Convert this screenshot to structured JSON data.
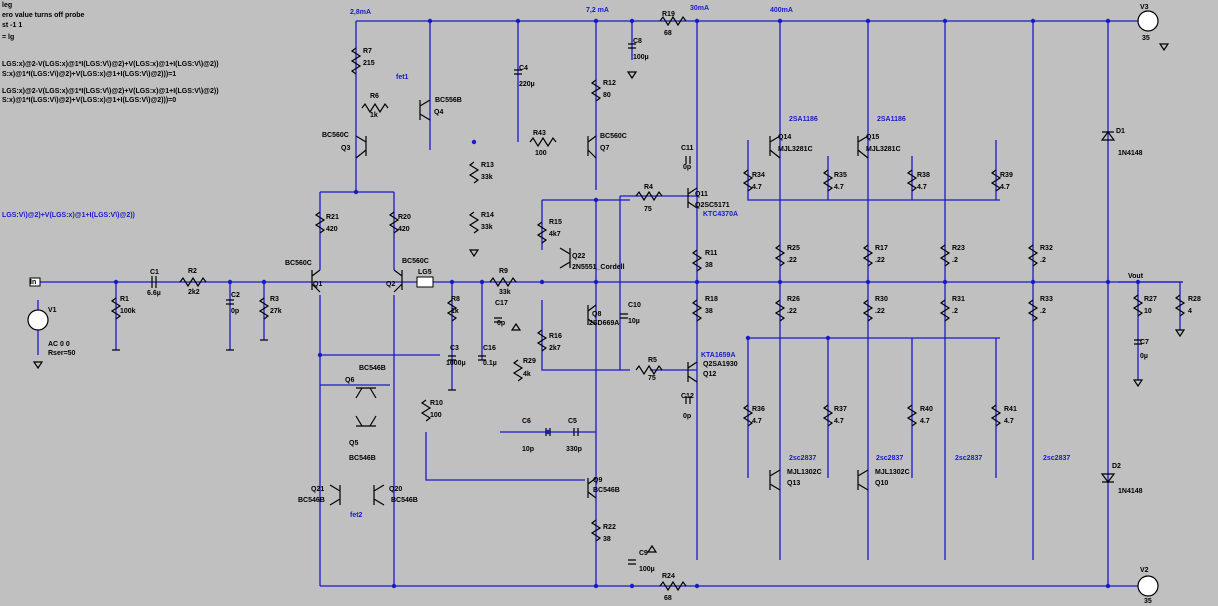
{
  "directives": [
    "leg",
    "ero value turns off probe",
    "st -1 1",
    "= lg",
    "LGS:x)@2-V(LGS:x)@1*I(LGS:V\\)@2)+V(LGS:x)@1+I(LGS:V\\)@2))",
    "S:x)@1*I(LGS:V\\)@2)+V(LGS:x)@1+I(LGS:V\\)@2)))=1",
    "LGS:x)@2-V(LGS:x)@1*I(LGS:V\\)@2)+V(LGS:x)@1+I(LGS:V\\)@2))",
    "S:x)@1*I(LGS:V\\)@2)+V(LGS:x)@1+I(LGS:V\\)@2)))=0",
    "LGS:V\\)@2)+V(LGS:x)@1+I(LGS:V\\)@2))"
  ],
  "currents": [
    "2,8mA",
    "7,2 mA",
    "30mA",
    "400mA"
  ],
  "labels": {
    "R1": [
      "R1",
      "100k"
    ],
    "R2": [
      "R2",
      "2k2"
    ],
    "R3": [
      "R3",
      "27k"
    ],
    "R4": [
      "R4",
      "75"
    ],
    "R5": [
      "R5",
      "75"
    ],
    "R6": [
      "R6",
      "1k"
    ],
    "R7": [
      "R7",
      "215"
    ],
    "R8": [
      "R8",
      "1k"
    ],
    "R9": [
      "R9",
      "33k"
    ],
    "R10": [
      "R10",
      "100"
    ],
    "R11": [
      "R11",
      "38"
    ],
    "R12": [
      "R12",
      "80"
    ],
    "R13": [
      "R13",
      "33k"
    ],
    "R14": [
      "R14",
      "33k"
    ],
    "R15": [
      "R15",
      "4k7"
    ],
    "R16": [
      "R16",
      "2k7"
    ],
    "R17": [
      "R17",
      ".22"
    ],
    "R18": [
      "R18",
      "38"
    ],
    "R19": [
      "R19",
      "68"
    ],
    "R20": [
      "R20",
      "420"
    ],
    "R21": [
      "R21",
      "420"
    ],
    "R22": [
      "R22",
      "38"
    ],
    "R23": [
      "R23",
      ".2"
    ],
    "R24": [
      "R24",
      "68"
    ],
    "R25": [
      "R25",
      ".22"
    ],
    "R26": [
      "R26",
      ".22"
    ],
    "R27": [
      "R27",
      "10"
    ],
    "R28": [
      "R28",
      "4"
    ],
    "R29": [
      "R29",
      "4k"
    ],
    "R30": [
      "R30",
      ".22"
    ],
    "R31": [
      "R31",
      ".2"
    ],
    "R32": [
      "R32",
      ".2"
    ],
    "R33": [
      "R33",
      ".2"
    ],
    "R34": [
      "R34",
      "4.7"
    ],
    "R35": [
      "R35",
      "4.7"
    ],
    "R36": [
      "R36",
      "4.7"
    ],
    "R37": [
      "R37",
      "4.7"
    ],
    "R38": [
      "R38",
      "4.7"
    ],
    "R39": [
      "R39",
      "4.7"
    ],
    "R40": [
      "R40",
      "4.7"
    ],
    "R41": [
      "R41",
      "4.7"
    ],
    "R43": [
      "R43",
      "100"
    ],
    "C1": [
      "C1",
      "6.6µ"
    ],
    "C2": [
      "C2",
      "0p"
    ],
    "C3": [
      "C3",
      "1000µ"
    ],
    "C4": [
      "C4",
      "220µ"
    ],
    "C5": [
      "C5",
      "330p"
    ],
    "C6": [
      "C6",
      "10p"
    ],
    "C7": [
      "C7",
      "0µ"
    ],
    "C8": [
      "C8",
      "100µ"
    ],
    "C9": [
      "C9",
      "100µ"
    ],
    "C10": [
      "C10",
      "10µ"
    ],
    "C11": [
      "C11",
      "0p"
    ],
    "C12": [
      "C12",
      "0p"
    ],
    "C16": [
      "C16",
      "0.1µ"
    ],
    "C17": [
      "C17",
      "0p"
    ],
    "V1": [
      "V1",
      "AC 0 0",
      "Rser=50"
    ],
    "V2": [
      "V2",
      "35"
    ],
    "V3": [
      "V3",
      "35"
    ],
    "D1": [
      "D1",
      "1N4148"
    ],
    "D2": [
      "D2",
      "1N4148"
    ],
    "LG5": "LG5",
    "In": "In",
    "Vout": "Vout",
    "fet1": "fet1",
    "fet2": "fet2"
  },
  "transistors": {
    "Q1": [
      "Q1",
      "BC560C"
    ],
    "Q2": [
      "Q2",
      "BC560C"
    ],
    "Q3": [
      "Q3",
      "BC560C"
    ],
    "Q4": [
      "Q4",
      "BC556B"
    ],
    "Q5": [
      "Q5",
      "BC546B"
    ],
    "Q6": [
      "Q6",
      "BC546B"
    ],
    "Q7": [
      "Q7",
      "BC560C"
    ],
    "Q8": [
      "Q8",
      "2SD669A"
    ],
    "Q9": [
      "Q9",
      "BC546B"
    ],
    "Q10": [
      "Q10",
      "MJL1302C",
      "2sc2837"
    ],
    "Q11": [
      "Q11",
      "Q2SC5171",
      "KTC4370A"
    ],
    "Q12": [
      "Q12",
      "Q2SA1930",
      "KTA1659A"
    ],
    "Q13": [
      "Q13",
      "MJL1302C",
      "2sc2837"
    ],
    "Q14": [
      "Q14",
      "MJL3281C",
      "2SA1186"
    ],
    "Q15": [
      "Q15",
      "MJL3281C",
      "2SA1186"
    ],
    "Q20": [
      "Q20",
      "BC546B"
    ],
    "Q21": [
      "Q21",
      "BC546B"
    ],
    "Q22": [
      "Q22",
      "2N5551_Cordell"
    ],
    "X1": "2sc2837",
    "X2": "2sc2837"
  }
}
